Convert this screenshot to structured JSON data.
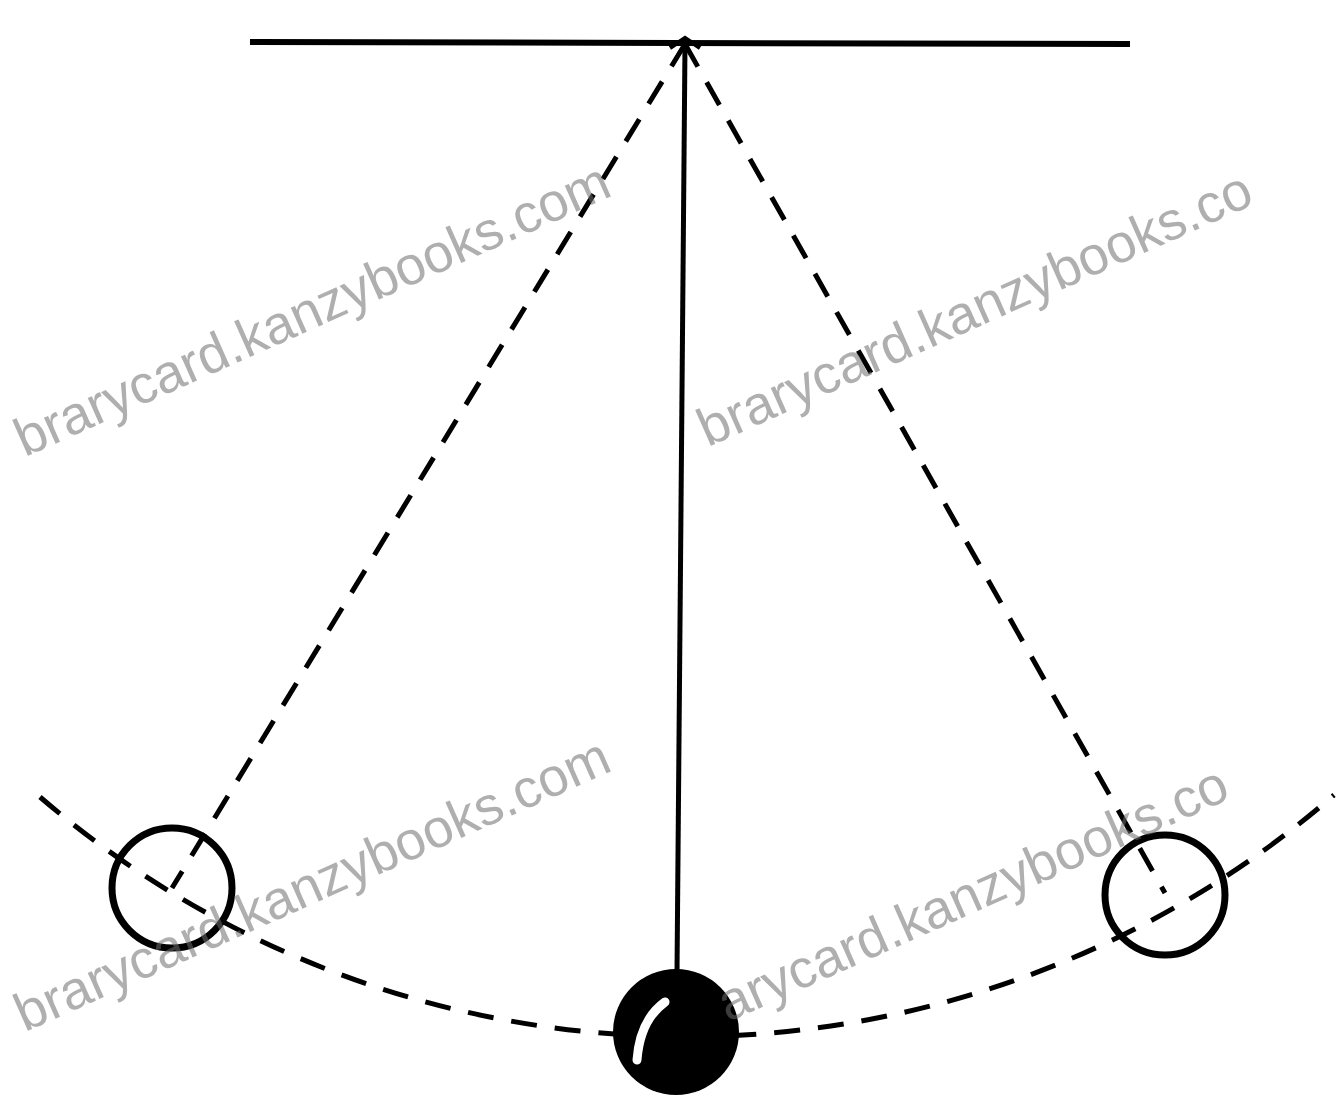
{
  "diagram": {
    "labels": [
      "brarycard.kanzybooks.com",
      "brarycard.kanzybooks.co",
      "brarycard.kanzybooks.com",
      "arycard.kanzybooks.co"
    ]
  }
}
